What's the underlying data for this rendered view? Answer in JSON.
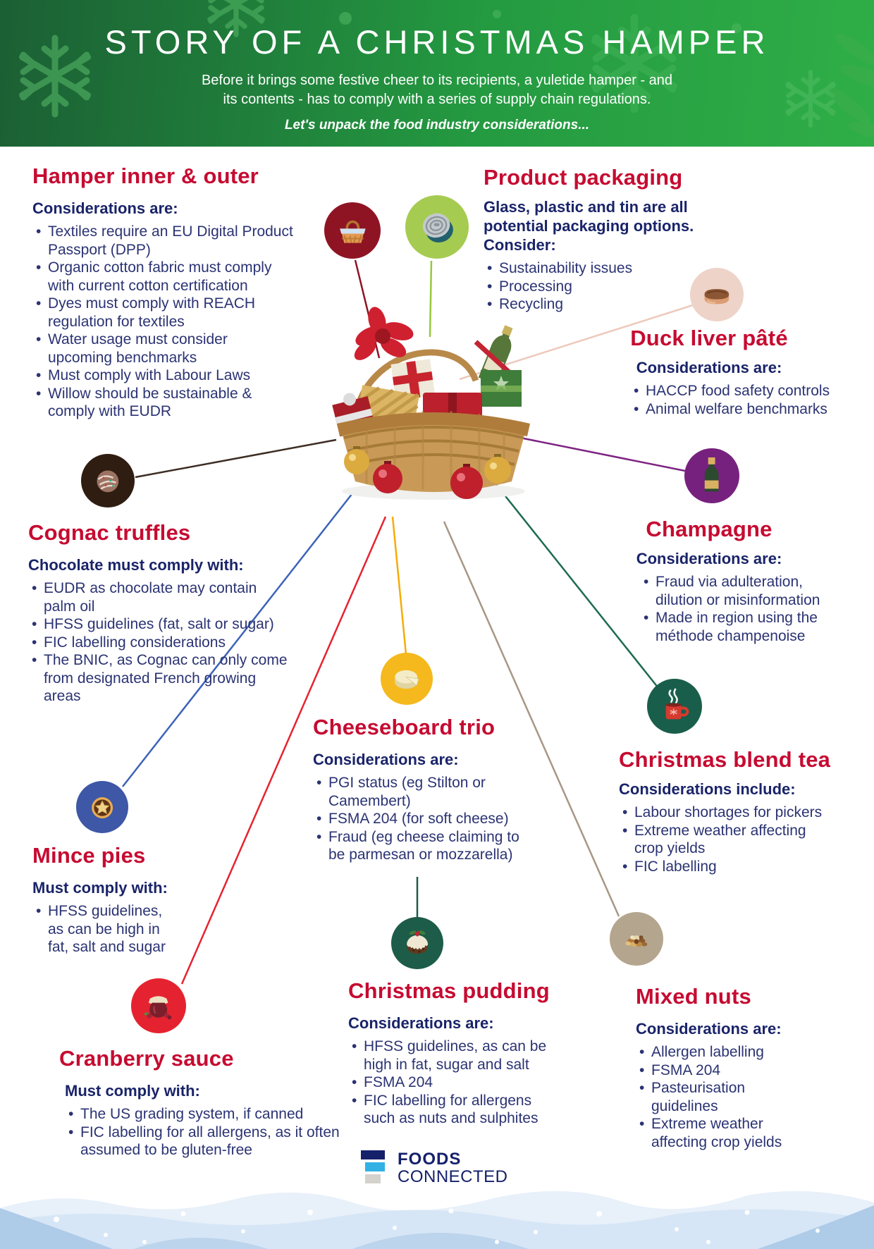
{
  "header": {
    "title": "STORY OF A CHRISTMAS HAMPER",
    "subtitle_line1": "Before it brings some festive cheer to its recipients, a yuletide hamper - and",
    "subtitle_line2": "its contents - has to comply with a series of supply chain regulations.",
    "tagline": "Let's unpack the food industry considerations..."
  },
  "sections": {
    "hamper": {
      "title": "Hamper inner & outer",
      "lead": "Considerations are:",
      "bullets": [
        "Textiles require an EU Digital Product Passport (DPP)",
        "Organic cotton fabric must comply with current cotton certification",
        "Dyes must comply with REACH regulation for textiles",
        "Water usage must consider upcoming benchmarks",
        "Must comply with Labour Laws",
        "Willow should be sustainable & comply with EUDR"
      ]
    },
    "packaging": {
      "title": "Product packaging",
      "lead": "Glass, plastic and tin are all potential packaging options. Consider:",
      "bullets": [
        "Sustainability issues",
        "Processing",
        "Recycling"
      ]
    },
    "pate": {
      "title": "Duck liver pâté",
      "lead": "Considerations are:",
      "bullets": [
        "HACCP food safety controls",
        "Animal welfare benchmarks"
      ]
    },
    "champagne": {
      "title": "Champagne",
      "lead": "Considerations are:",
      "bullets": [
        "Fraud via adulteration, dilution or misinformation",
        "Made in region using the méthode champenoise"
      ]
    },
    "truffles": {
      "title": "Cognac truffles",
      "lead": "Chocolate must comply with:",
      "bullets": [
        "EUDR as chocolate may contain palm oil",
        "HFSS guidelines (fat, salt or sugar)",
        "FIC labelling considerations",
        "The BNIC, as Cognac can only come from designated French growing areas"
      ]
    },
    "cheese": {
      "title": "Cheeseboard trio",
      "lead": "Considerations are:",
      "bullets": [
        "PGI status (eg Stilton or Camembert)",
        "FSMA 204 (for soft cheese)",
        "Fraud (eg cheese claiming to be parmesan or mozzarella)"
      ]
    },
    "tea": {
      "title": "Christmas blend tea",
      "lead": "Considerations include:",
      "bullets": [
        "Labour shortages for pickers",
        "Extreme weather affecting crop yields",
        "FIC labelling"
      ]
    },
    "mince": {
      "title": "Mince pies",
      "lead": "Must comply with:",
      "bullets": [
        "HFSS guidelines, as can be high in fat, salt and sugar"
      ]
    },
    "cranberry": {
      "title": "Cranberry sauce",
      "lead": "Must comply with:",
      "bullets": [
        "The US grading system, if canned",
        "FIC labelling for all allergens, as it often assumed to be gluten-free"
      ]
    },
    "pudding": {
      "title": "Christmas pudding",
      "lead": "Considerations are:",
      "bullets": [
        "HFSS guidelines, as can be high in fat, sugar and salt",
        "FSMA 204",
        "FIC labelling for allergens such as nuts and sulphites"
      ]
    },
    "nuts": {
      "title": "Mixed nuts",
      "lead": "Considerations are:",
      "bullets": [
        "Allergen labelling",
        "FSMA 204",
        "Pasteurisation guidelines",
        "Extreme weather affecting crop yields"
      ]
    }
  },
  "footer": {
    "logo_line1": "FOODS",
    "logo_line2": "CONNECTED"
  },
  "colors": {
    "header_green_left": "#1b5f34",
    "header_green_right": "#2fae47",
    "heading_red": "#c60b31",
    "body_navy": "#2b3373",
    "lead_navy": "#1a2469",
    "logo_navy": "#15206b",
    "logo_blue": "#33b1e4",
    "logo_gray": "#d5d2ce",
    "circle_basket": "#8e1424",
    "circle_tin": "#a6cb51",
    "circle_pate": "#eed3c9",
    "circle_champagne": "#77217e",
    "circle_truffle": "#2f1d12",
    "circle_cheese": "#f5b91d",
    "circle_tea": "#195e4b",
    "circle_mince": "#3e57a6",
    "circle_cranberry": "#e52330",
    "circle_pudding": "#1d5c49",
    "circle_nuts": "#b4a58e",
    "line_cheese_yellow": "#f5ac07",
    "line_cranberry_red": "#e62330",
    "line_mince_blue": "#3c63b8",
    "line_truffle_black": "#3d2d24",
    "line_tea_teal": "#1d6a53",
    "line_nuts_tan": "#a79784",
    "line_champagne_purple": "#7d2482",
    "line_pate_pink": "#eec9bc",
    "line_tin_lime": "#96c83d",
    "line_basket_darkred": "#8e1424"
  }
}
